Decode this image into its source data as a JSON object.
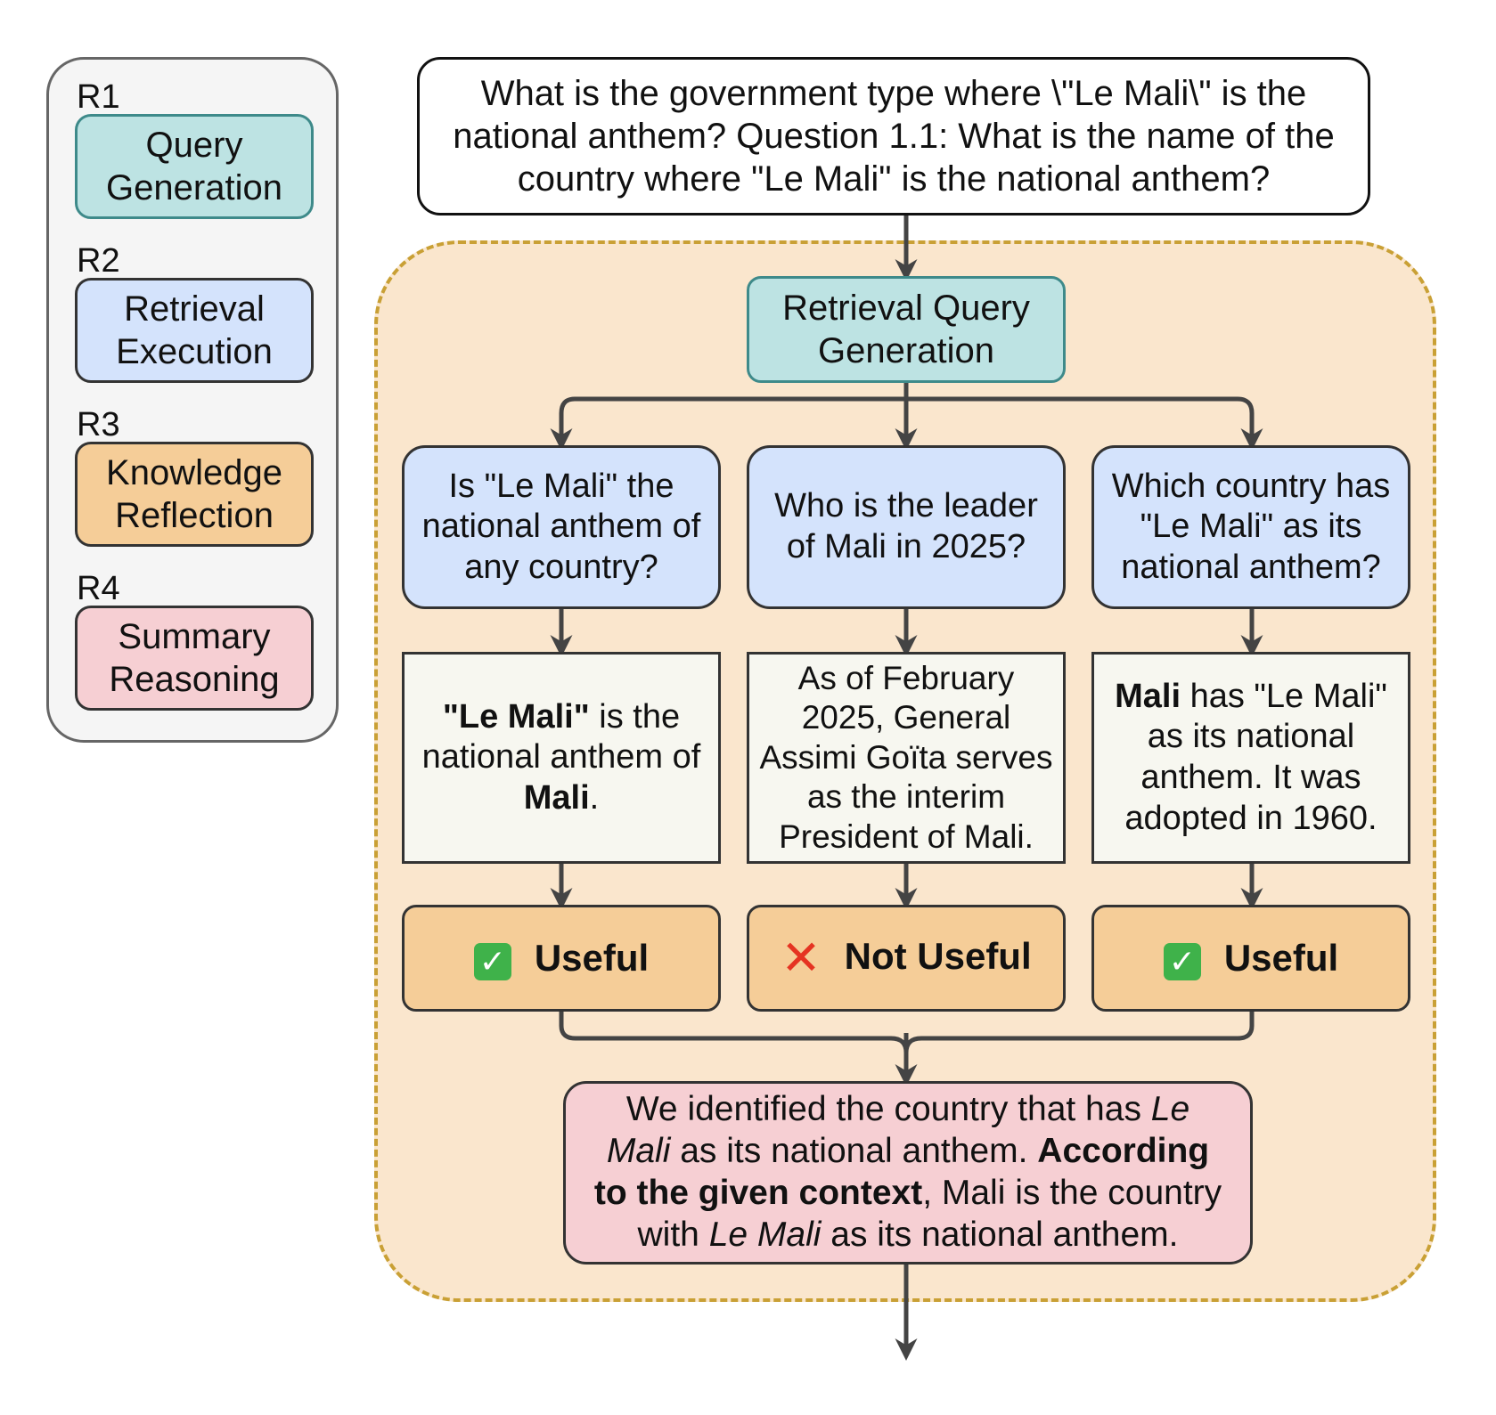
{
  "legend": {
    "items": [
      {
        "tag": "R1",
        "label_line1": "Query",
        "label_line2": "Generation"
      },
      {
        "tag": "R2",
        "label_line1": "Retrieval",
        "label_line2": "Execution"
      },
      {
        "tag": "R3",
        "label_line1": "Knowledge",
        "label_line2": "Reflection"
      },
      {
        "tag": "R4",
        "label_line1": "Summary",
        "label_line2": "Reasoning"
      }
    ]
  },
  "question": {
    "line1": "What is the government type where \\\"Le Mali\\\" is the",
    "line2": "national anthem? Question 1.1: What is the name of the",
    "line3": "country where \"Le Mali\" is the national anthem?"
  },
  "retrieval_query_generation": {
    "line1": "Retrieval Query",
    "line2": "Generation"
  },
  "sub_queries": [
    {
      "line1": "Is \"Le Mali\" the",
      "line2": "national anthem of",
      "line3": "any country?"
    },
    {
      "line1": "Who is the leader",
      "line2": "of Mali in 2025?"
    },
    {
      "line1": "Which country has",
      "line2": "\"Le Mali\" as its",
      "line3": "national anthem?"
    }
  ],
  "evidence": [
    {
      "l1_bold": "\"Le Mali\"",
      "l1_rest": " is the",
      "l2": "national anthem of",
      "l3_bold": "Mali",
      "l3_rest": "."
    },
    {
      "l1": "As of February",
      "l2": "2025, General",
      "l3": "Assimi Goïta serves",
      "l4": "as the interim",
      "l5": "President of Mali."
    },
    {
      "l1_bold": "Mali",
      "l1_rest": " has \"Le Mali\"",
      "l2": "as its national",
      "l3": "anthem. It was",
      "l4": "adopted in 1960."
    }
  ],
  "judgments": [
    {
      "icon": "check-icon",
      "symbol": "✓",
      "label": "Useful"
    },
    {
      "icon": "cross-icon",
      "symbol": "✕",
      "label": "Not Useful"
    },
    {
      "icon": "check-icon",
      "symbol": "✓",
      "label": "Useful"
    }
  ],
  "summary": {
    "l1_plain": "We identified the country that has ",
    "l1_italic": "Le",
    "l2_italic": "Mali",
    "l2_plain": " as its national anthem. ",
    "l2_bold": "According",
    "l3_bold": "to the given context",
    "l3_plain": ", Mali is the country",
    "l4_plain_a": "with ",
    "l4_italic": "Le Mali",
    "l4_plain_b": " as its national anthem."
  },
  "colors": {
    "query_generation": "#bde3e3",
    "retrieval_execution": "#d4e3fc",
    "knowledge_reflection": "#f5cd98",
    "summary_reasoning": "#f6cfd3",
    "region_fill": "#fae6cd",
    "region_border": "#c9a035",
    "useful_check": "#3fb24a",
    "not_useful_cross": "#e53322"
  }
}
